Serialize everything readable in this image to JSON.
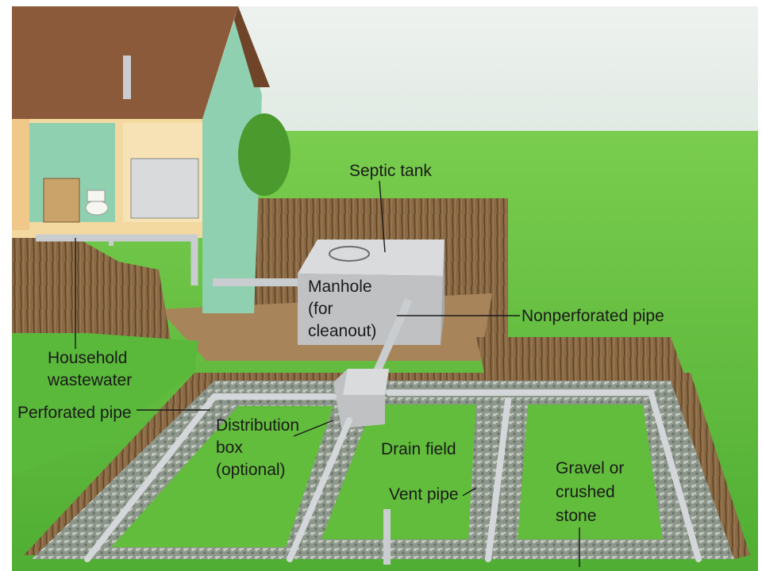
{
  "labels": {
    "septic_tank": "Septic tank",
    "manhole": [
      "Manhole",
      "(for",
      "cleanout)"
    ],
    "nonperforated_pipe": "Nonperforated pipe",
    "household_wastewater": [
      "Household",
      "wastewater"
    ],
    "perforated_pipe": "Perforated pipe",
    "distribution_box": [
      "Distribution",
      "box",
      "(optional)"
    ],
    "drain_field": "Drain field",
    "vent_pipe": "Vent pipe",
    "gravel": [
      "Gravel or",
      "crushed",
      "stone"
    ]
  },
  "colors": {
    "sky": "#e9efec",
    "grass": "#5ab83a",
    "grass_light": "#78cc4f",
    "soil": "#8a6a45",
    "soil_dark": "#5e4326",
    "roof": "#8b5a3a",
    "house_wall": "#8fd0b0",
    "interior": "#f3d9a0",
    "tank": "#bfc1c3",
    "pipe": "#c9cdd0",
    "gravel": "#9aa39a"
  }
}
